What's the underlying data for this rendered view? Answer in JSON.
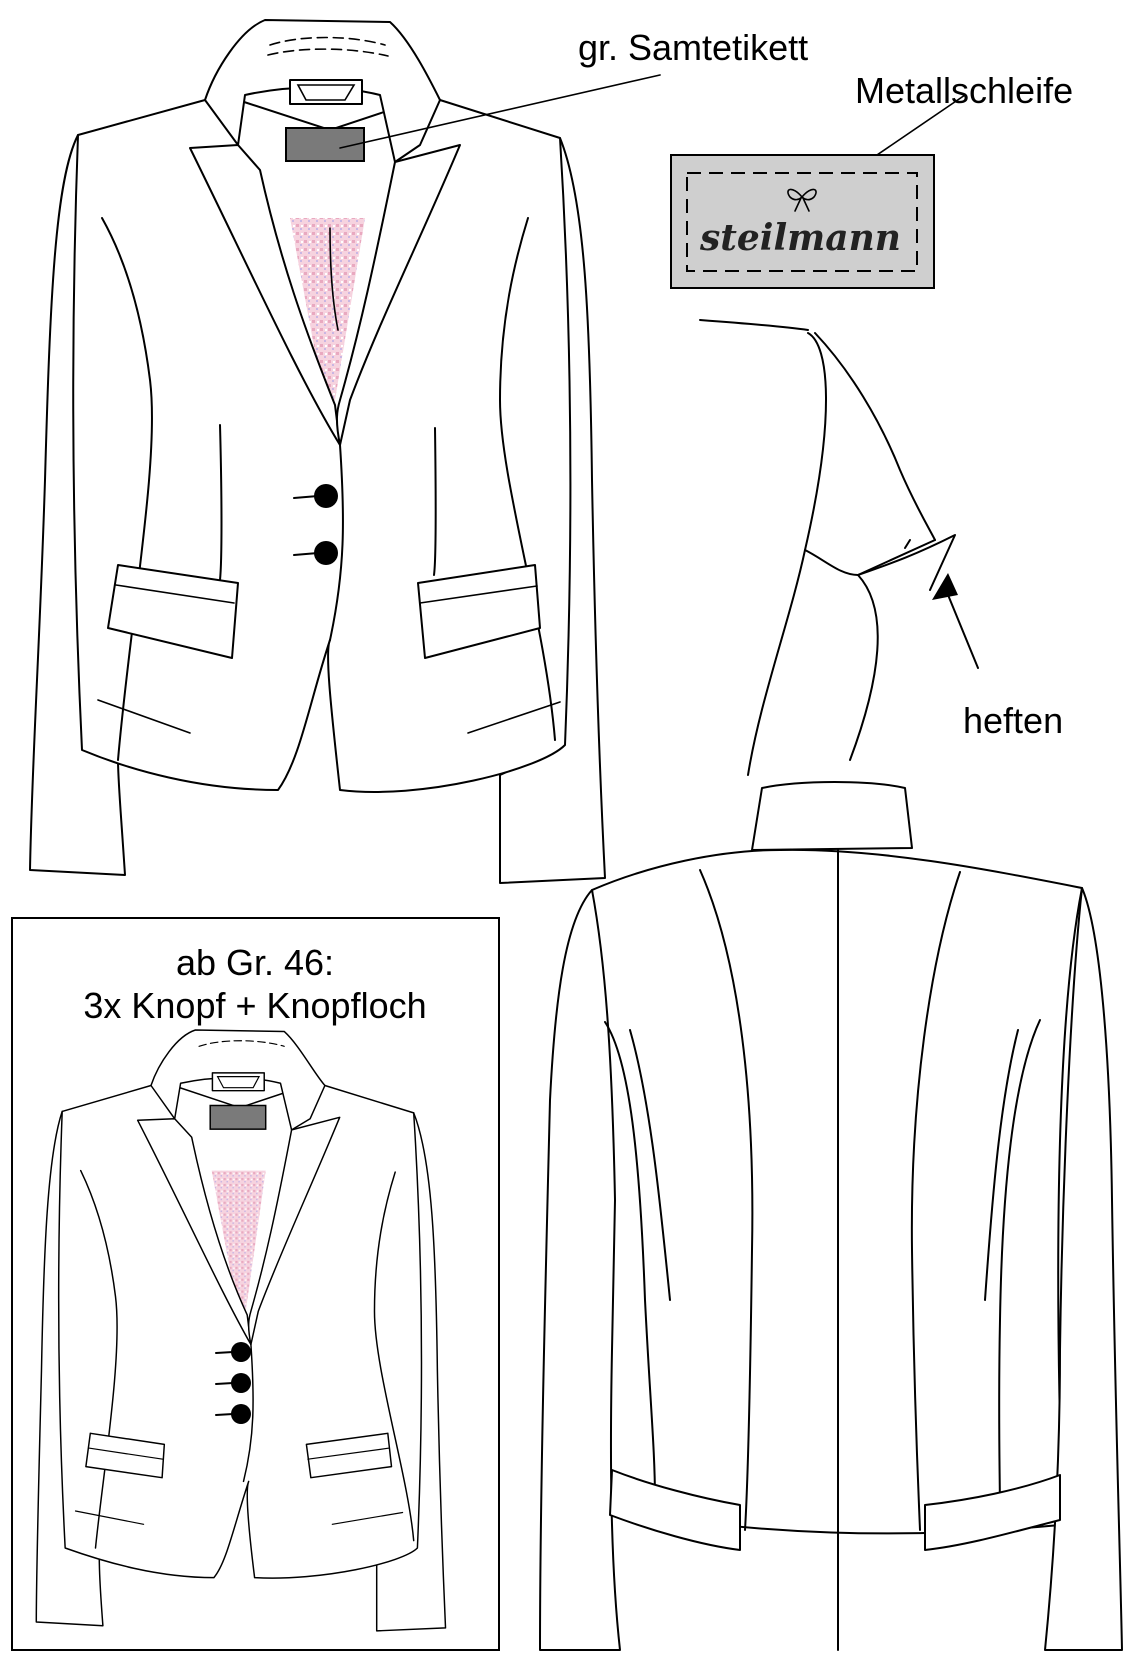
{
  "labels": {
    "velvet_label": "gr. Samtetikett",
    "metal_bow": "Metallschleife",
    "baste": "heften"
  },
  "brand_label": {
    "text": "steilmann",
    "fill_color": "#cfcfcf",
    "icon": "bow-icon"
  },
  "variant_box": {
    "line1": "ab Gr. 46:",
    "line2": "3x Knopf + Knopfloch"
  },
  "colors": {
    "label_patch": "#7a7a7a",
    "lining_print": "#f3c9d8",
    "buttons": "#000000"
  }
}
